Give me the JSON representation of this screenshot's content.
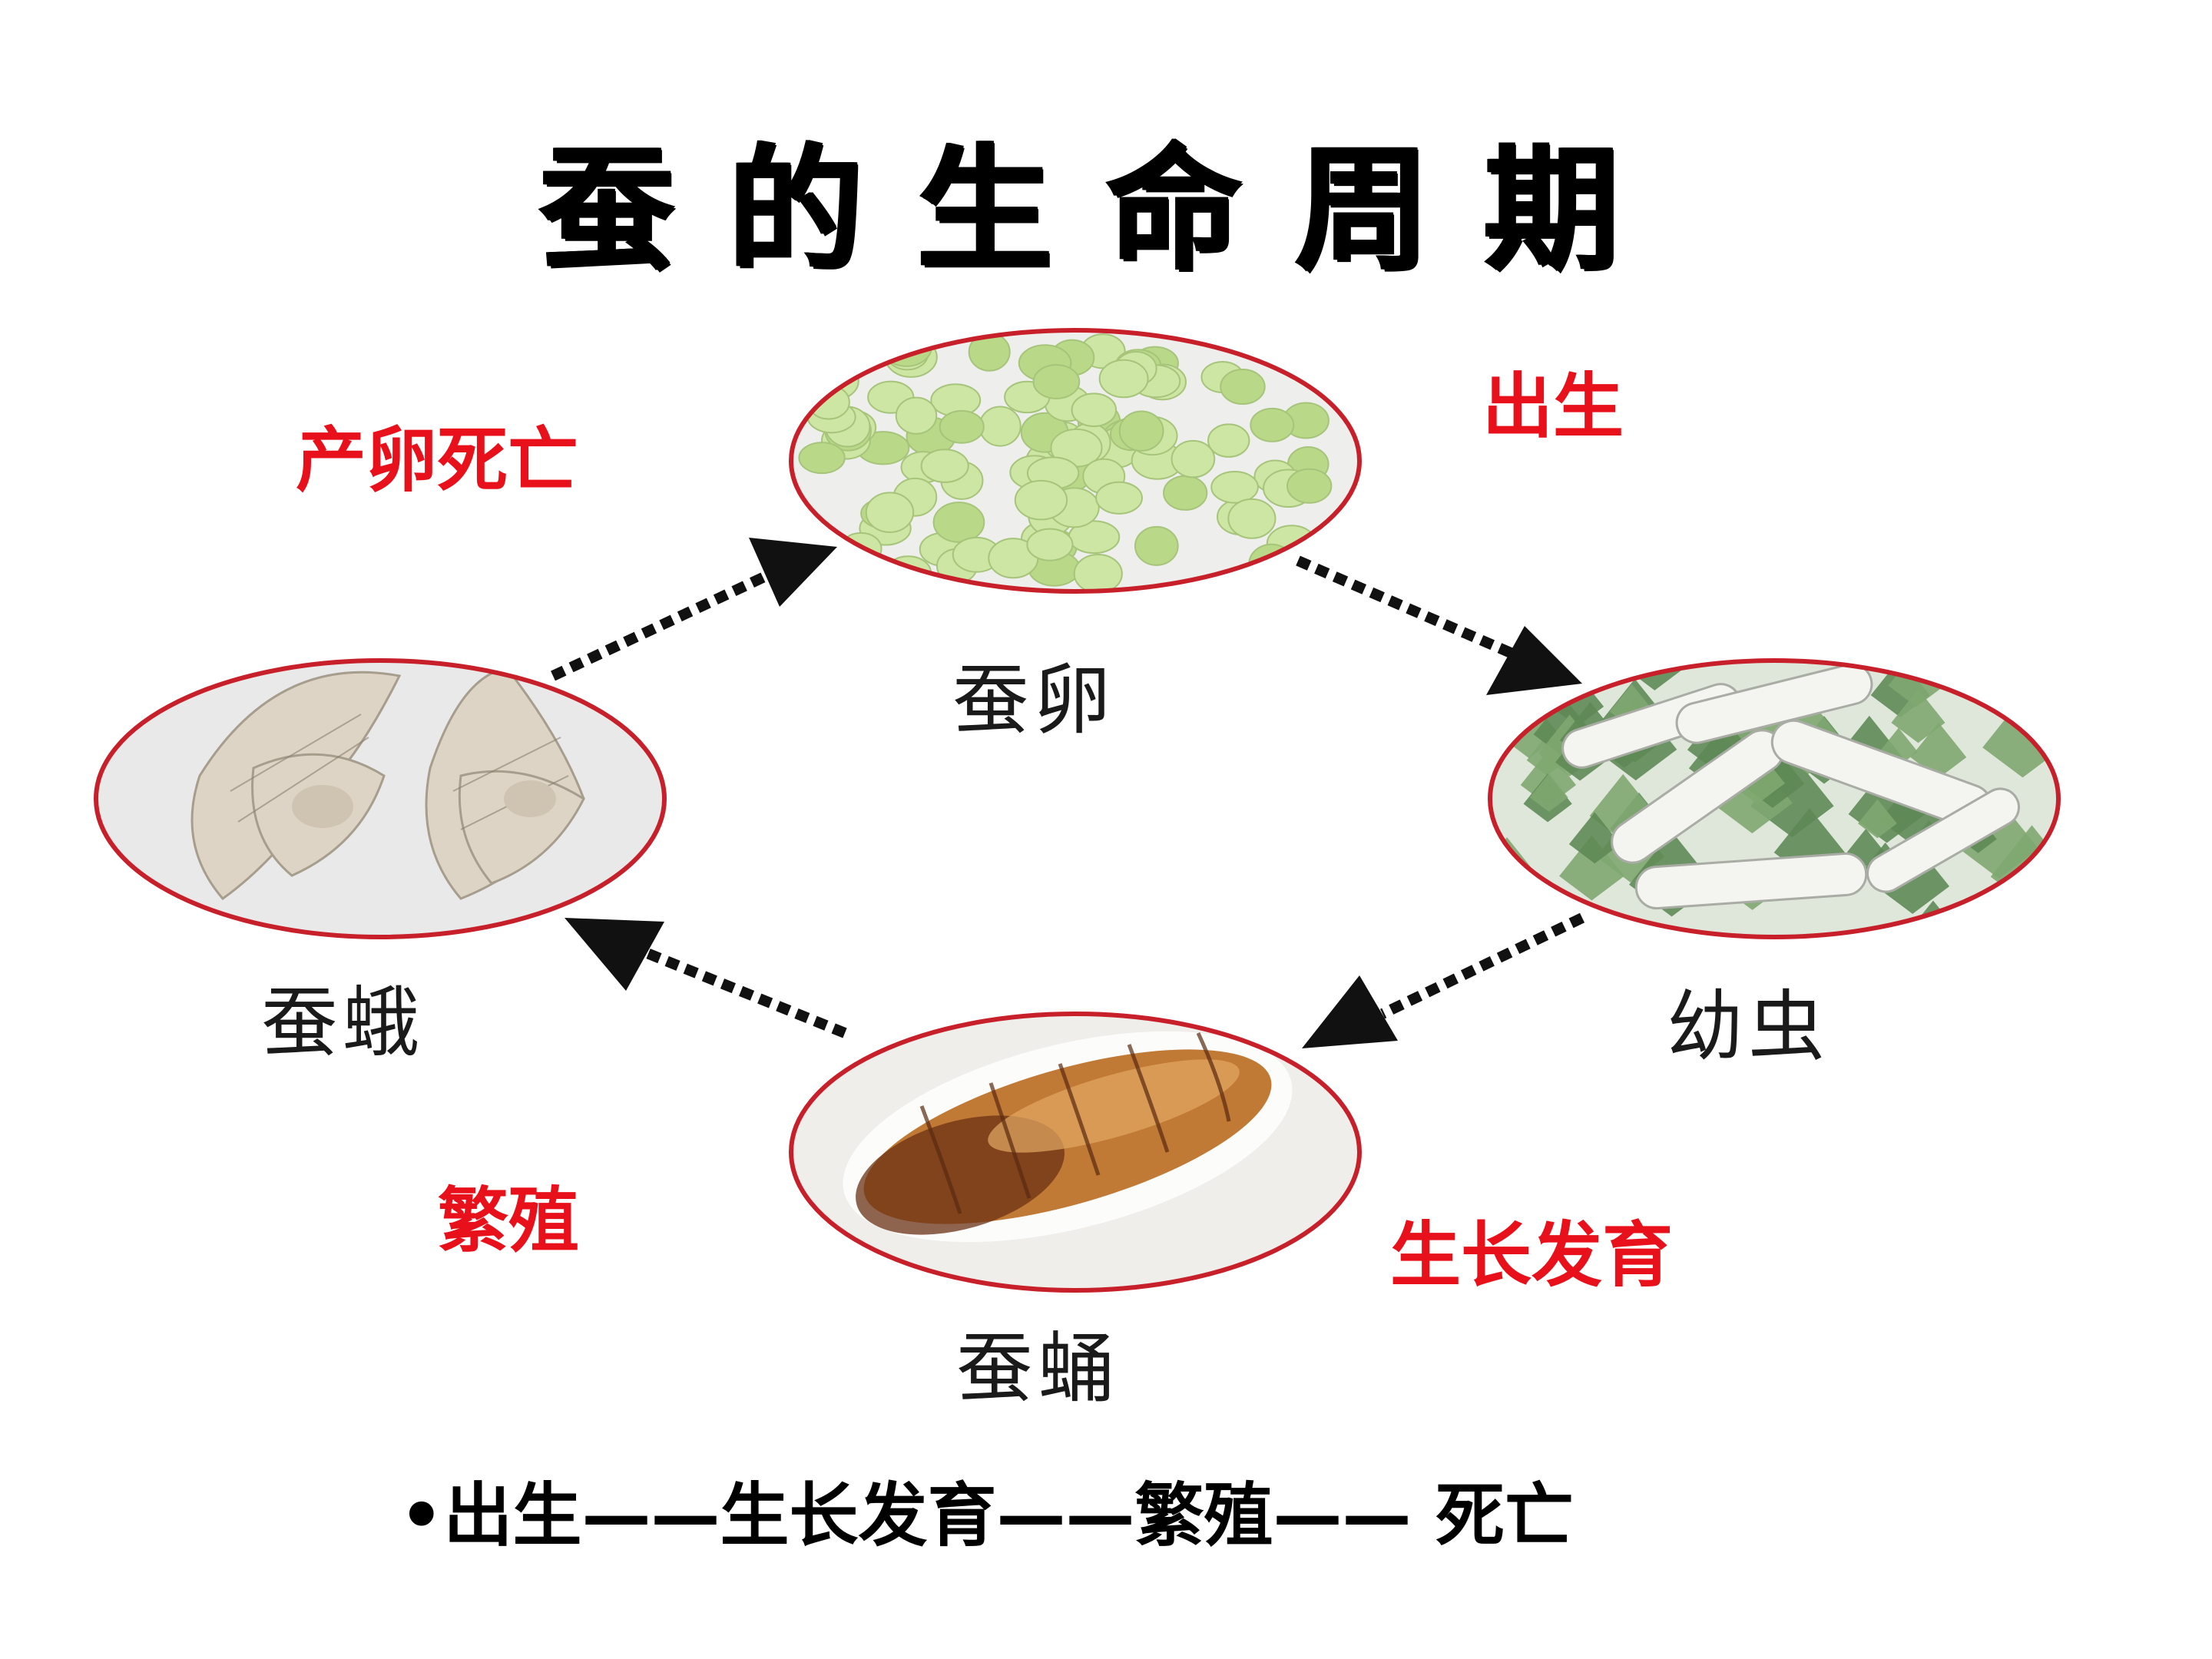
{
  "title": "蚕的生命周期",
  "stages": {
    "egg": "蚕卵",
    "larva": "幼虫",
    "pupa": "蚕蛹",
    "moth": "蚕蛾"
  },
  "transitions": {
    "birth": "出生",
    "growth": "生长发育",
    "reproduction": "繁殖",
    "lay_eggs_death": "产卵死亡"
  },
  "summary": {
    "bullet": "•",
    "text": "出生——生长发育——繁殖—— 死亡"
  },
  "colors": {
    "ring": "#c8202a",
    "red_text": "#e8101a",
    "egg": "#c9e39a",
    "leaf": "#5e8a55",
    "pupa": "#b66a2a",
    "moth": "#e5ddd0"
  }
}
